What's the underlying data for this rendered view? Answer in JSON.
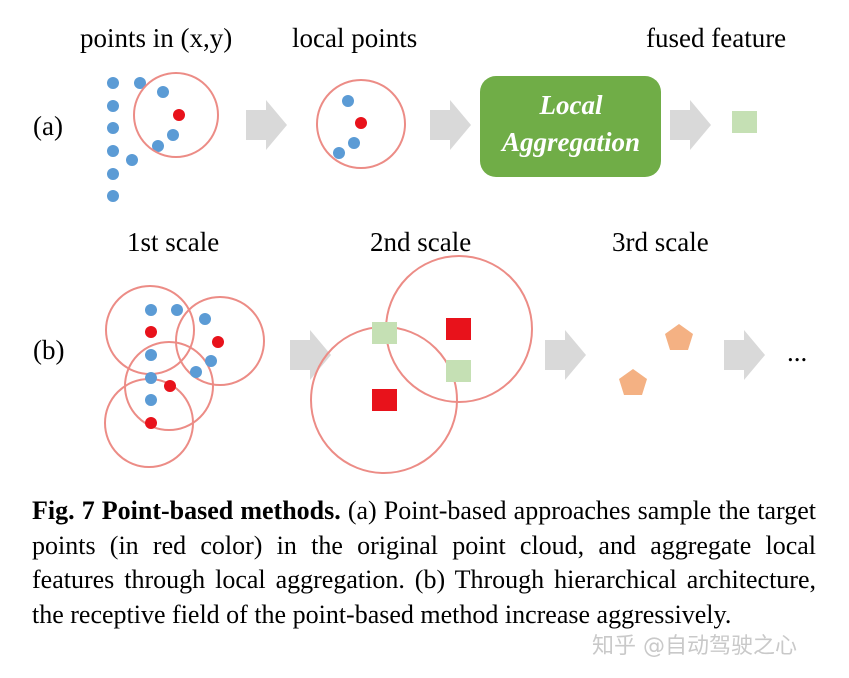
{
  "row_a": {
    "label": "(a)",
    "stage_labels": [
      "points in (x,y)",
      "local points",
      "fused feature"
    ],
    "box_label_line1": "Local",
    "box_label_line2": "Aggregation"
  },
  "row_b": {
    "label": "(b)",
    "scale_labels": [
      "1st scale",
      "2nd scale",
      "3rd scale"
    ],
    "ellipsis": "..."
  },
  "caption": {
    "figure_label": "Fig. 7  Point-based methods.",
    "text": " (a) Point-based approaches sample the target points (in red color) in the original point cloud, and aggregate local features through local aggregation. (b) Through hierarchical architecture, the receptive field of the point-based method increase aggressively."
  },
  "watermark": "知乎 @自动驾驶之心",
  "colors": {
    "blue_point": "#5b9bd5",
    "red_point": "#e8121b",
    "circle_stroke": "#ec8c86",
    "arrow": "#d9d9d9",
    "aggregation_box": "#70ad47",
    "light_green_feature": "#c5e0b4",
    "orange_pentagon": "#f4b183"
  }
}
